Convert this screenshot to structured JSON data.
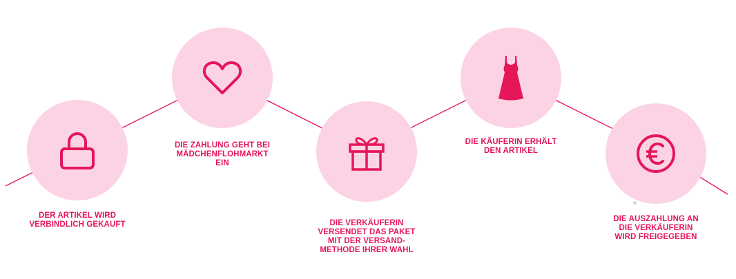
{
  "colors": {
    "accent": "#e5165a",
    "circle": "#fcd3e5",
    "line": "#e5165a"
  },
  "steps": [
    {
      "icon": "lock-icon",
      "label_lines": [
        "DER ARTIKEL WIRD",
        "VERBINDLICH GEKAUFT"
      ]
    },
    {
      "icon": "heart-icon",
      "label_lines": [
        "DIE ZAHLUNG GEHT BEI",
        "MÄDCHENFLOHMARKT",
        "EIN"
      ]
    },
    {
      "icon": "gift-icon",
      "label_lines": [
        "DIE VERKÄUFERIN",
        "VERSENDET DAS PAKET",
        "MIT DER VERSAND-",
        "METHODE IHRER WAHL"
      ]
    },
    {
      "icon": "dress-icon",
      "label_lines": [
        "DIE KÄUFERIN ERHÄLT",
        "DEN ARTIKEL"
      ]
    },
    {
      "icon": "euro-icon",
      "label_lines": [
        "DIE AUSZAHLUNG AN",
        "DIE VERKÄUFERIN",
        "WIRD FREIGEGEBEN"
      ]
    }
  ]
}
